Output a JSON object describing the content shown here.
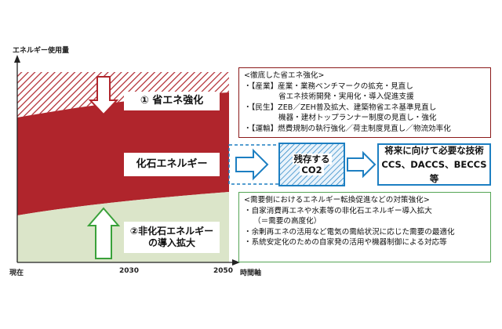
{
  "axis": {
    "y_label": "エネルギー使用量",
    "x_start": "現在",
    "x_mid": "2030",
    "x_end": "2050",
    "x_unit": "時間軸"
  },
  "labels": {
    "efficiency": "① 省エネ強化",
    "fossil": "化石エネルギー",
    "non_fossil_line1": "②非化石エネルギー",
    "non_fossil_line2": "の導入拡大"
  },
  "efficiency_box": {
    "title": "<徹底した省エネ強化>",
    "lines": [
      "・【産業】産業・業務ベンチマークの拡充・見直し",
      "省エネ技術開発・実用化・導入促進支援",
      "・【民生】ZEB／ZEH普及拡大、建築物省エネ基準見直し",
      "機器・建材トップランナー制度の見直し・強化",
      "・【運輸】燃費規制の執行強化／荷主制度見直し／物流効率化"
    ]
  },
  "storage": {
    "line1": "残存する",
    "line2": "CO2"
  },
  "tech": {
    "line1": "将来に向けて必要な技術",
    "line2": "CCS、DACCS、BECCS等"
  },
  "demand_box": {
    "title": "<需要側におけるエネルギー転換促進などの対策強化>",
    "lines": [
      "・自家消費再エネや水素等の非化石エネルギー導入拡大",
      "（＝需要の高度化）",
      "・余剰再エネの活用など電気の需給状況に応じた需要の最適化",
      "・系統安定化のための自家発の活用や機器制御による対応等"
    ]
  },
  "colors": {
    "fossil": "#b0252c",
    "efficiency_hatch": "#b0252c",
    "non_fossil": "#dbe5c9",
    "efficiency_arrow": "#b0252c",
    "non_fossil_arrow": "#3aa13a",
    "ccs_blue": "#1d7fc2",
    "red_border": "#8b1a1a",
    "green_border": "#55a555"
  }
}
